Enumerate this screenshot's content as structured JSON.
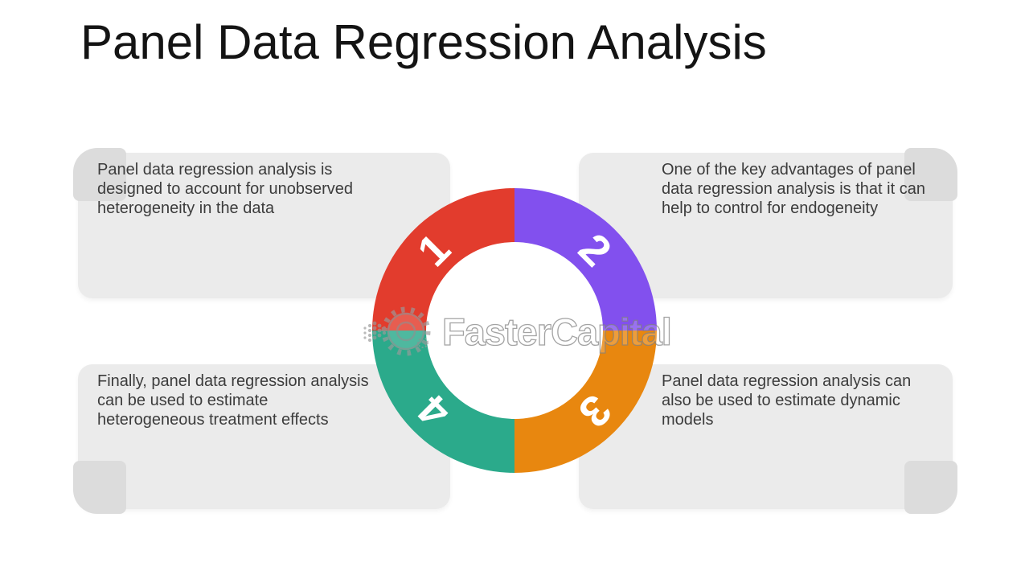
{
  "title": "Panel Data Regression Analysis",
  "watermark": {
    "text": "FasterCapital"
  },
  "diagram": {
    "type": "cycle-donut",
    "segments": [
      {
        "number": "1",
        "color": "#e23c2d",
        "position": "top-left",
        "label": "Panel data regression analysis is designed to account for unobserved heterogeneity in the data"
      },
      {
        "number": "2",
        "color": "#8250ee",
        "position": "top-right",
        "label": "One of the key advantages of panel data regression analysis is that it can help to control for endogeneity"
      },
      {
        "number": "3",
        "color": "#e8870f",
        "position": "bottom-right",
        "label": "Panel data regression analysis can also be used to estimate dynamic models"
      },
      {
        "number": "4",
        "color": "#2baa8b",
        "position": "bottom-left",
        "label": "Finally, panel data regression analysis can be used to estimate heterogeneous treatment effects"
      }
    ]
  }
}
